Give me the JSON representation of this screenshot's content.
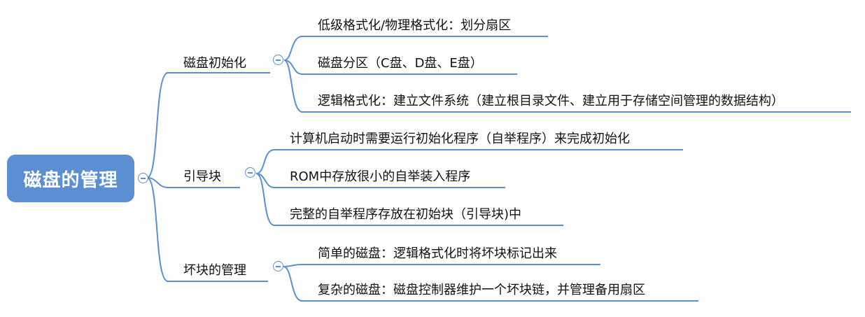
{
  "root": {
    "label": "磁盘的管理"
  },
  "branches": [
    {
      "label": "磁盘初始化",
      "children": [
        "低级格式化/物理格式化：划分扇区",
        "磁盘分区（C盘、D盘、E盘）",
        "逻辑格式化：建立文件系统（建立根目录文件、建立用于存储空间管理的数据结构）"
      ]
    },
    {
      "label": "引导块",
      "children": [
        "计算机启动时需要运行初始化程序（自举程序）来完成初始化",
        "ROM中存放很小的自举装入程序",
        "完整的自举程序存放在初始块（引导块)中"
      ]
    },
    {
      "label": "坏块的管理",
      "children": [
        "简单的磁盘：逻辑格式化时将坏块标记出来",
        "复杂的磁盘：磁盘控制器维护一个坏块链，并管理备用扇区"
      ]
    }
  ],
  "colors": {
    "accent": "#5b8fd2",
    "text": "#111111",
    "background": "#ffffff"
  }
}
